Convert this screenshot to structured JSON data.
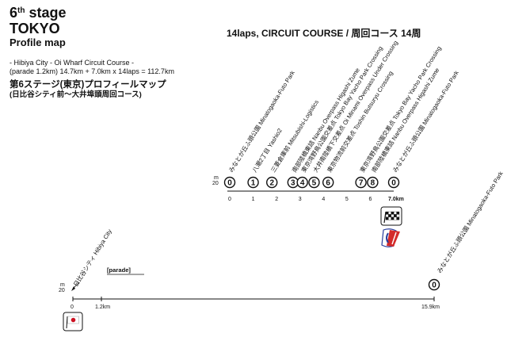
{
  "header": {
    "stage_num": "6",
    "stage_suffix": "th",
    "stage_word": "stage",
    "city": "TOKYO",
    "profile": "Profile map",
    "course_line1": "- Hibiya City - Oi Wharf Circuit Course -",
    "course_line2": "(parade 1.2km) 14.7km + 7.0km x 14laps = 112.7km",
    "jp_title": "第6ステージ(東京)プロフィールマップ",
    "jp_sub": "(日比谷シティ前〜大井埠頭周回コース)",
    "laps_title": "14laps, CIRCUIT COURSE / 周回コース 14周"
  },
  "circuit": {
    "elevation": {
      "unit": "m",
      "value": "20"
    },
    "points": [
      {
        "num": "0",
        "km": 0,
        "label": "みなとが丘ふ頭公園 Minatogaoka-Futo Park"
      },
      {
        "num": "1",
        "km": 1.0,
        "label": "八潮2丁目 Yashio2"
      },
      {
        "num": "2",
        "km": 1.8,
        "label": "三菱倉庫前 Mitsubishi-Logistics"
      },
      {
        "num": "3",
        "km": 2.7,
        "label": "南部陸橋東詰 Nanbu Overpass Higashi Zume"
      },
      {
        "num": "4",
        "km": 3.1,
        "label": "東京湾野鳥公園交差点 Tokyo Bay Yacho Park Crossing"
      },
      {
        "num": "5",
        "km": 3.6,
        "label": "大井南陸橋下交差点 Oi Minami Overpass Under Crossing"
      },
      {
        "num": "6",
        "km": 4.2,
        "label": "東京物流前交差点 Toshin Butsuryu Crossing"
      },
      {
        "num": "7",
        "km": 5.6,
        "label": "東京湾野鳥公園交差点 Tokyo Bay Yacho Park Crossing"
      },
      {
        "num": "8",
        "km": 6.1,
        "label": "南部陸橋東詰 Nanbu Overpass Higashi Zume"
      },
      {
        "num": "0",
        "km": 7.0,
        "label": "みなとが丘ふ頭公園 Minatogaoka-Futo Park"
      }
    ],
    "ticks": [
      "0",
      "1",
      "2",
      "3",
      "4",
      "5",
      "6"
    ],
    "end_label": "7.0km"
  },
  "parade": {
    "elevation": {
      "unit": "m",
      "value": "20"
    },
    "start_label": "日比谷シティ Hibiya City",
    "parade_label": "[parade]",
    "ticks": [
      "0",
      "1.2km",
      "15.9km"
    ],
    "end_point": {
      "num": "0",
      "label": "みなとが丘ふ頭公園 Minatogaoka-Futo Park"
    }
  },
  "colors": {
    "flag_red": "#cc1122",
    "logo_red": "#d42a2a",
    "logo_blue": "#2a3f9e"
  }
}
